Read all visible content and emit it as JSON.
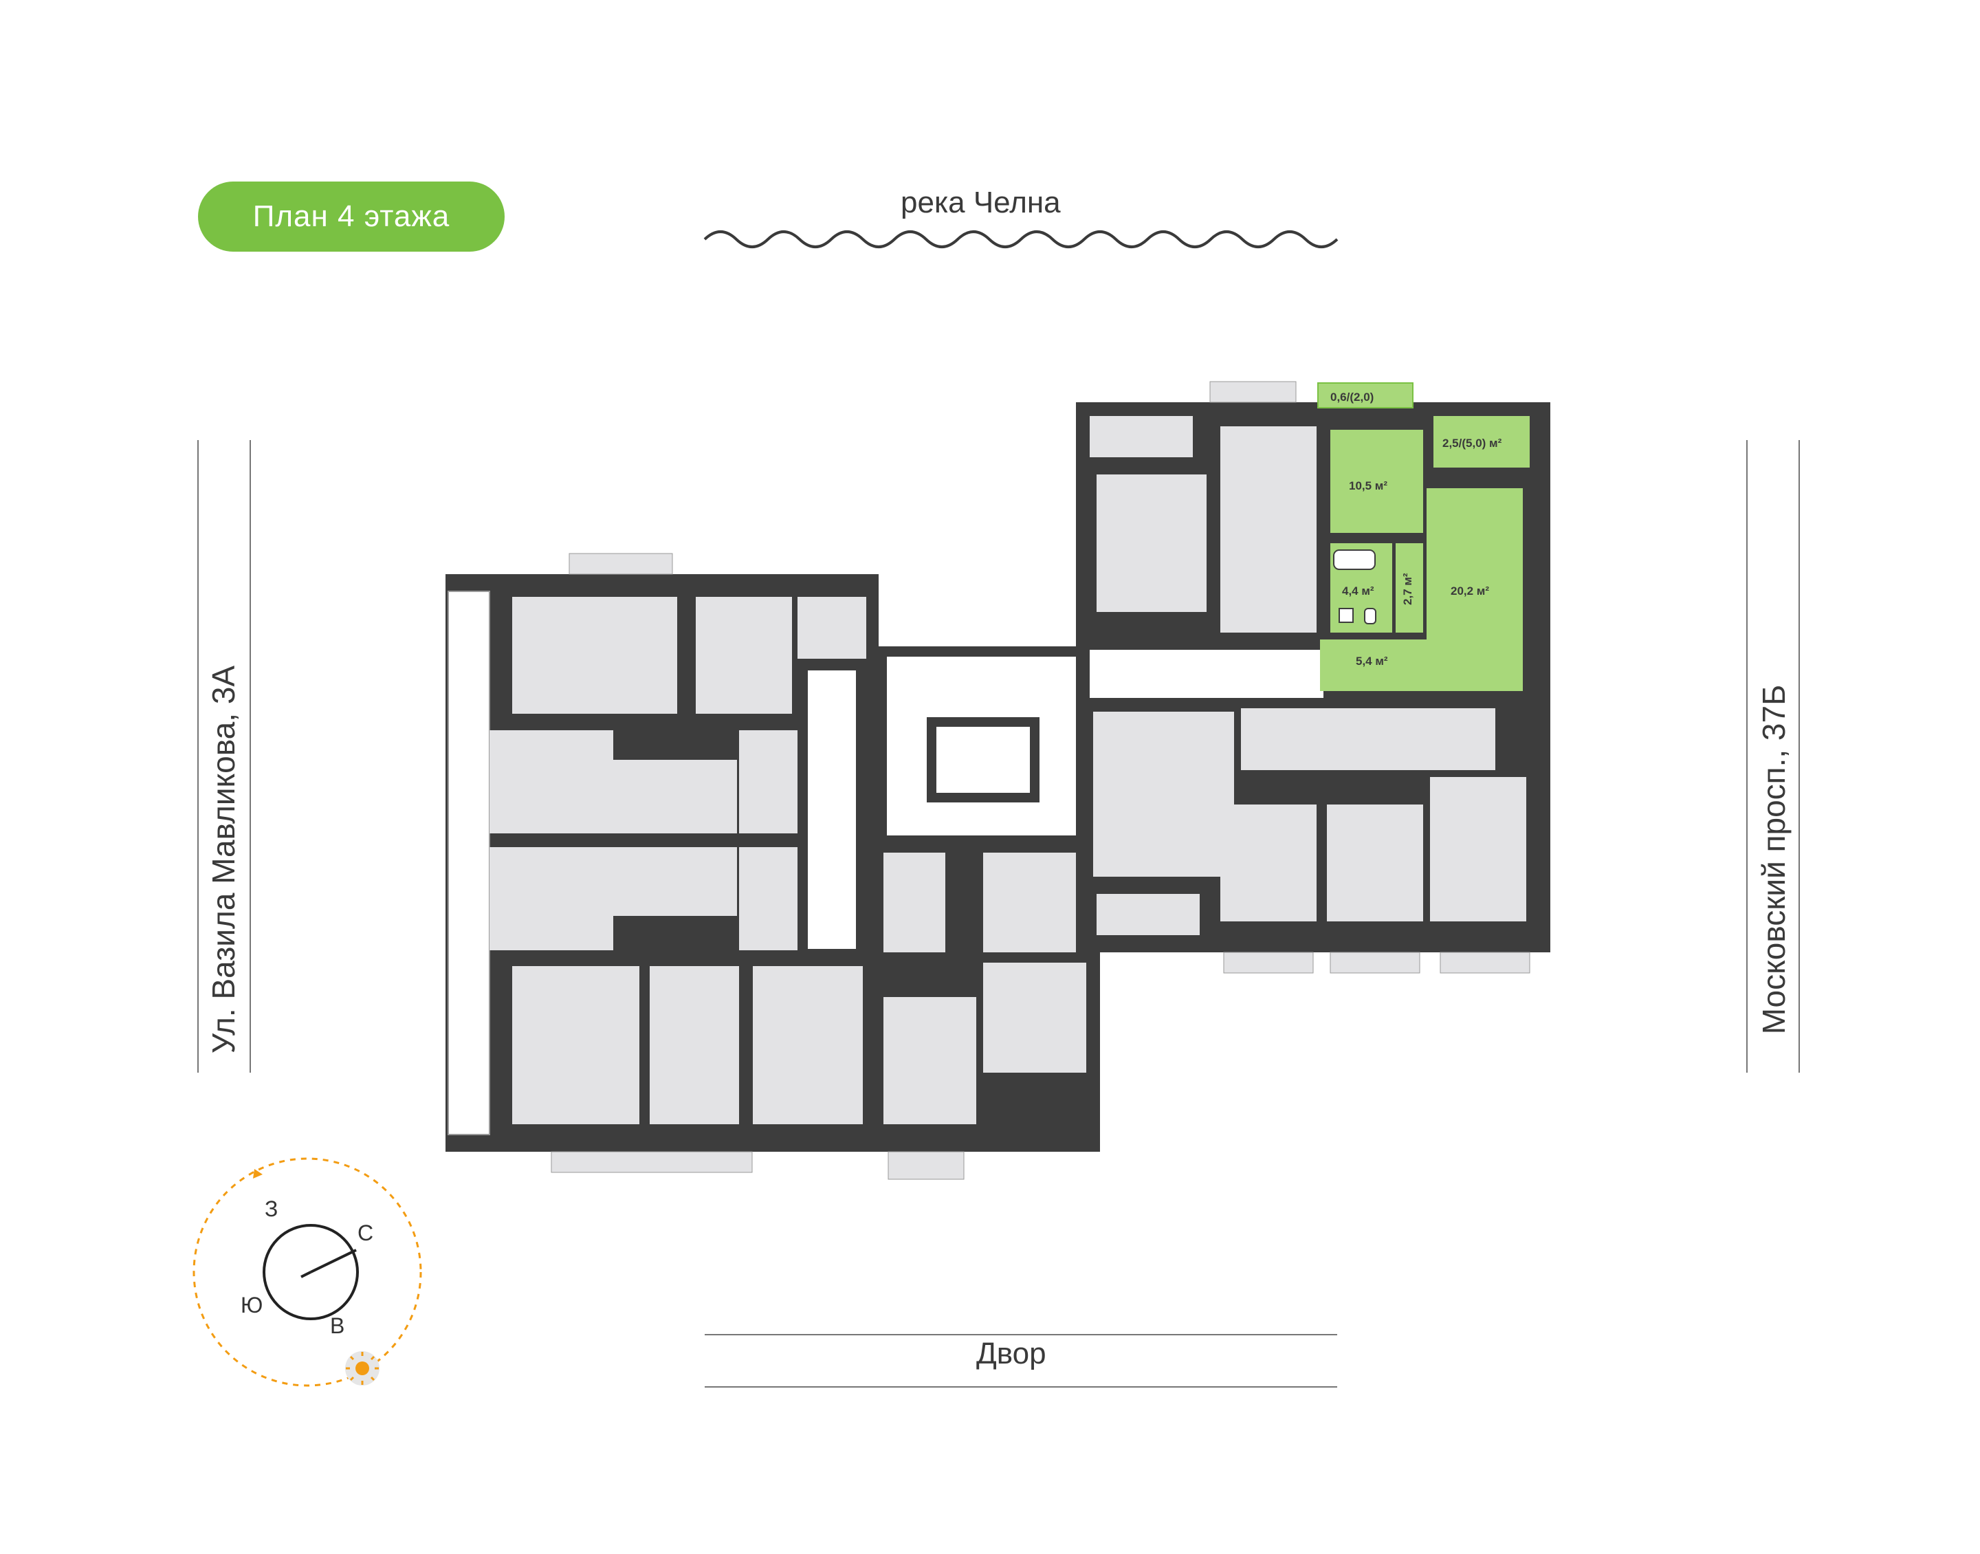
{
  "badge": {
    "title": "План 4 этажа"
  },
  "orientation": {
    "top": "река Челна",
    "bottom": "Двор",
    "left": "Ул. Вазила Мавликова, 3А",
    "right": "Московский просп., 37Б"
  },
  "apartment_areas": {
    "balcony_small": "0,6/(2,0)",
    "balcony_large": "2,5/(5,0) м²",
    "room_1": "10,5 м²",
    "bath": "4,4 м²",
    "corridor_narrow": "2,7 м²",
    "room_2": "20,2 м²",
    "hall": "5,4 м²"
  },
  "compass": {
    "w": "З",
    "n": "С",
    "s": "Ю",
    "e": "В"
  },
  "colors": {
    "accent": "#7ac143",
    "highlight": "#a8d87a",
    "wall": "#3d3d3d",
    "room": "#e3e3e5",
    "sun": "#f39c12"
  }
}
